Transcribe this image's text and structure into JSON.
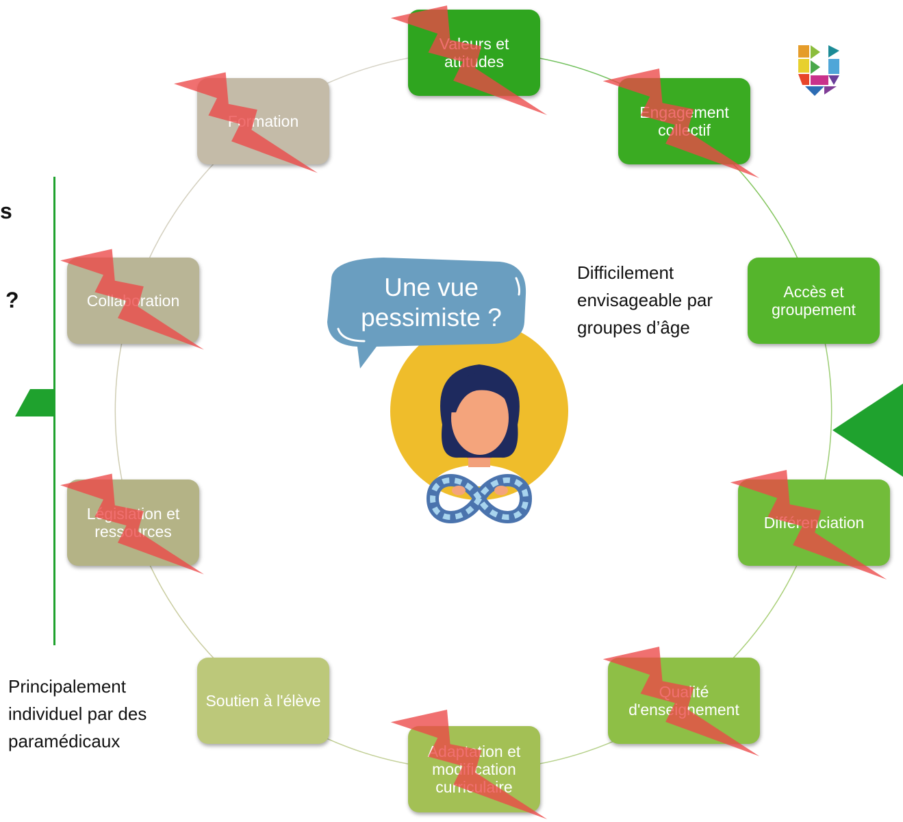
{
  "nodes": [
    {
      "id": "valeurs",
      "label": "Valeurs et attitudes",
      "color": "#2fa51f",
      "crossed": true
    },
    {
      "id": "engagement",
      "label": "Engagement collectif",
      "color": "#3aab22",
      "crossed": true
    },
    {
      "id": "acces",
      "label": "Accès et groupement",
      "color": "#55b52c",
      "crossed": false
    },
    {
      "id": "differenciation",
      "label": "Différenciation",
      "color": "#72bc3a",
      "crossed": true
    },
    {
      "id": "qualite",
      "label": "Qualité d'enseignement",
      "color": "#8ebf46",
      "crossed": true
    },
    {
      "id": "adaptation",
      "label": "Adaptation et modification curriculaire",
      "color": "#a3c055",
      "crossed": true
    },
    {
      "id": "soutien",
      "label": "Soutien à l'élève",
      "color": "#bcc87a",
      "crossed": false
    },
    {
      "id": "legislation",
      "label": "Législation et ressources",
      "color": "#b4b386",
      "crossed": true
    },
    {
      "id": "collaboration",
      "label": "Collaboration",
      "color": "#b9b596",
      "crossed": true
    },
    {
      "id": "formation",
      "label": "Formation",
      "color": "#c4bba8",
      "crossed": true
    }
  ],
  "speech_bubble": "Une vue pessimiste ?",
  "notes": {
    "acces": "Difficilement envisageable par groupes d’âge",
    "soutien": "Principalement individuel par des paramédicaux"
  },
  "left_fragments": [
    "s",
    "?"
  ],
  "colors": {
    "accent_green": "#1fa22e",
    "lightning": "#ee5353",
    "bubble": "#6a9ec0",
    "avatar_circle": "#efbd2b"
  }
}
